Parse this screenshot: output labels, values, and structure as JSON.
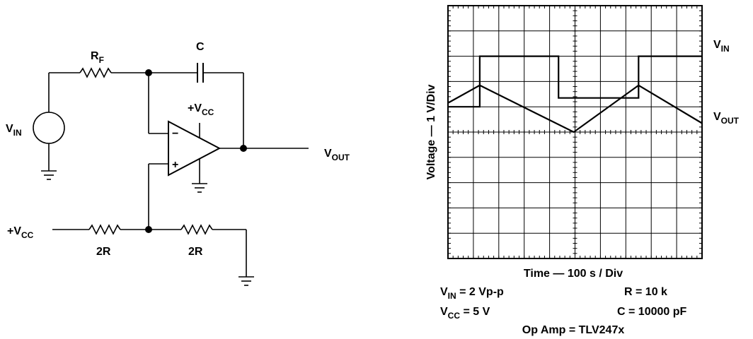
{
  "schematic": {
    "rf_label": {
      "main": "R",
      "sub": "F"
    },
    "c_label": "C",
    "vin_label": {
      "main": "V",
      "sub": "IN"
    },
    "vcc_opamp_label": {
      "main": "+V",
      "sub": "CC"
    },
    "vcc_input_label": {
      "main": "+V",
      "sub": "CC"
    },
    "vout_label": {
      "main": "V",
      "sub": "OUT"
    },
    "opamp_minus": "−",
    "opamp_plus": "+",
    "r_left_label": "2R",
    "r_right_label": "2R"
  },
  "scope": {
    "vin_trace_label": {
      "main": "V",
      "sub": "IN"
    },
    "vout_trace_label": {
      "main": "V",
      "sub": "OUT"
    },
    "ylabel": "Voltage — 1 V/Div",
    "xlabel": "Time — 100   s / Div",
    "conditions": {
      "vin": {
        "main": "V",
        "sub": "IN",
        "rest": " = 2 Vp-p"
      },
      "r": "R = 10 k",
      "vcc": {
        "main": "V",
        "sub": "CC",
        "rest": " = 5 V"
      },
      "c": "C = 10000 pF",
      "opamp": "Op Amp = TLV247x"
    }
  },
  "chart_data": {
    "type": "line",
    "xlabel": "Time — 100   s / Div",
    "ylabel": "Voltage — 1 V/Div",
    "grid": true,
    "xlim": [
      0,
      10
    ],
    "ylim": [
      -5,
      5
    ],
    "series": [
      {
        "name": "VIN",
        "x": [
          0,
          1.25,
          1.25,
          4.35,
          4.35,
          7.5,
          7.5,
          10
        ],
        "y": [
          1.0,
          1.0,
          3.0,
          3.0,
          1.35,
          1.35,
          3.0,
          3.0
        ]
      },
      {
        "name": "VOUT",
        "x": [
          0,
          1.25,
          4.95,
          7.5,
          10
        ],
        "y": [
          1.15,
          1.85,
          0,
          1.85,
          0.35
        ]
      }
    ]
  }
}
